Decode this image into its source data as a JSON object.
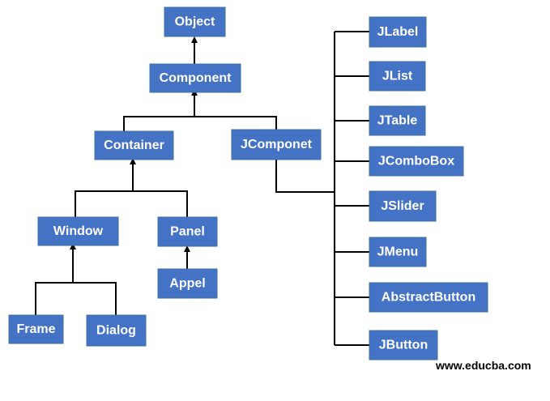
{
  "colors": {
    "box_fill": "#4472c4",
    "box_border": "#41719c",
    "connector": "#000000",
    "label": "#ffffff"
  },
  "nodes": {
    "object": "Object",
    "component": "Component",
    "container": "Container",
    "jcomponet": "JComponet",
    "window": "Window",
    "panel": "Panel",
    "appel": "Appel",
    "frame": "Frame",
    "dialog": "Dialog",
    "jlabel": "JLabel",
    "jlist": "JList",
    "jtable": "JTable",
    "jcombobox": "JComboBox",
    "jslider": "JSlider",
    "jmenu": "JMenu",
    "abstractbutton": "AbstractButton",
    "jbutton": "JButton"
  },
  "footer": {
    "text": "www.educba.com"
  }
}
